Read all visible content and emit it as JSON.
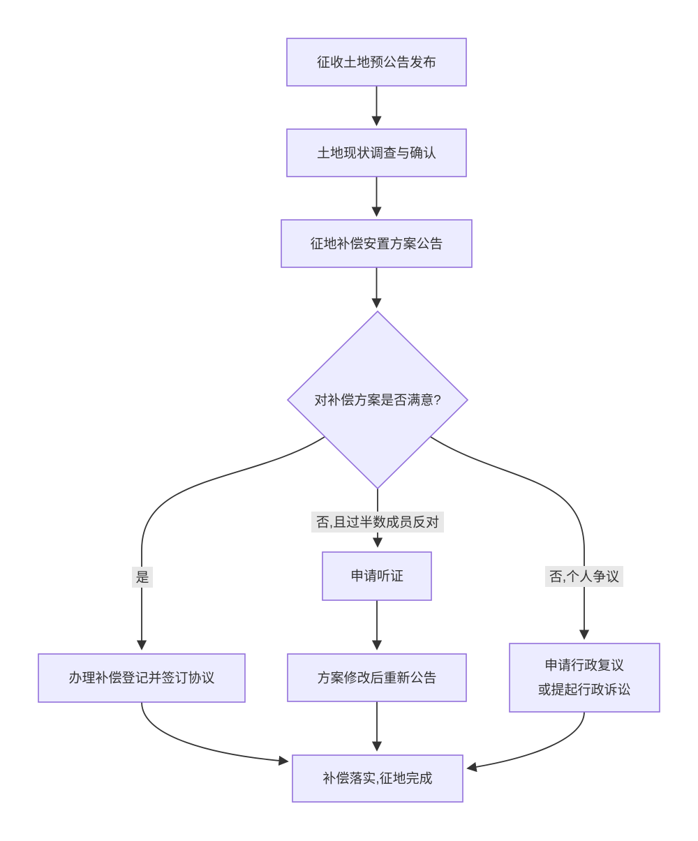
{
  "diagram": {
    "type": "flowchart",
    "direction": "top-down",
    "nodes": {
      "pre_announcement": {
        "label": "征收土地预公告发布",
        "shape": "rect"
      },
      "survey": {
        "label": "土地现状调查与确认",
        "shape": "rect"
      },
      "plan_announcement": {
        "label": "征地补偿安置方案公告",
        "shape": "rect"
      },
      "decision": {
        "label": "对补偿方案是否满意?",
        "shape": "diamond"
      },
      "register": {
        "label": "办理补偿登记并签订协议",
        "shape": "rect"
      },
      "hearing": {
        "label": "申请听证",
        "shape": "rect"
      },
      "revise": {
        "label": "方案修改后重新公告",
        "shape": "rect"
      },
      "appeal": {
        "label": "申请行政复议 或提起行政诉讼",
        "lines": [
          "申请行政复议",
          "或提起行政诉讼"
        ],
        "shape": "rect"
      },
      "complete": {
        "label": "补偿落实,征地完成",
        "shape": "rect"
      }
    },
    "edge_labels": {
      "yes": "是",
      "no_majority": "否,且过半数成员反对",
      "no_individual": "否,个人争议"
    },
    "edges": [
      {
        "from": "pre_announcement",
        "to": "survey",
        "label": ""
      },
      {
        "from": "survey",
        "to": "plan_announcement",
        "label": ""
      },
      {
        "from": "plan_announcement",
        "to": "decision",
        "label": ""
      },
      {
        "from": "decision",
        "to": "register",
        "label": "是"
      },
      {
        "from": "decision",
        "to": "hearing",
        "label": "否,且过半数成员反对"
      },
      {
        "from": "decision",
        "to": "appeal",
        "label": "否,个人争议"
      },
      {
        "from": "hearing",
        "to": "revise",
        "label": ""
      },
      {
        "from": "register",
        "to": "complete",
        "label": ""
      },
      {
        "from": "revise",
        "to": "complete",
        "label": ""
      },
      {
        "from": "appeal",
        "to": "complete",
        "label": ""
      }
    ],
    "colors": {
      "node_fill": "#ECECFF",
      "node_border": "#9370DB",
      "edge_line": "#333333",
      "arrowhead": "#333333",
      "edge_label_bg": "#E8E8E8",
      "text": "#333333",
      "background": "#FFFFFF"
    }
  }
}
